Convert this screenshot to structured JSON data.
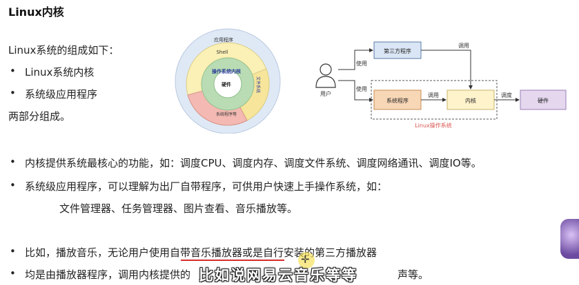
{
  "slide": {
    "title": "Linux内核",
    "intro": "Linux系统的组成如下：",
    "parts": [
      "Linux系统内核",
      "系统级应用程序"
    ],
    "parts_suffix": "两部分组成。",
    "points": [
      "内核提供系统最核心的功能，如：调度CPU、调度内存、调度文件系统、调度网络通讯、调度IO等。",
      "系统级应用程序，可以理解为出厂自带程序，可供用户快速上手操作系统，如：",
      "文件管理器、任务管理器、图片查看、音乐播放等。",
      "比如，播放音乐，无论用户使用自带音乐播放器或是自行安装的第三方播放器",
      "均是由播放器程序，调用内核提供的",
      "声等。"
    ]
  },
  "ring_diagram": {
    "outer_label": "应用程序",
    "shell_label": "Shell",
    "kernel_label": "操作系统内核",
    "core_label": "硬件",
    "fs_label": "文件系统",
    "sysprog_label": "系统程序等",
    "colors": {
      "outer": "#dfe9f6",
      "shell": "#fbf0b5",
      "fs": "#f6e59a",
      "sysprog": "#f3b9b2",
      "kernel": "#b9dcb4",
      "core": "#ffffff"
    }
  },
  "flow_diagram": {
    "user_label": "用户",
    "third_party": "第三方程序",
    "system_program": "系统程序",
    "kernel": "内核",
    "hardware": "硬件",
    "use1": "使用",
    "use2": "使用",
    "call1": "调用",
    "call2": "调用",
    "dispatch": "调度",
    "os_label": "Linux操作系统",
    "colors": {
      "third_party": "#dae6f5",
      "system_program": "#f8d7b6",
      "kernel": "#fff3cc",
      "hardware": "#e4d7ee",
      "os_label": "#d9534f"
    }
  },
  "subtitle": "比如说网易云音乐等等"
}
